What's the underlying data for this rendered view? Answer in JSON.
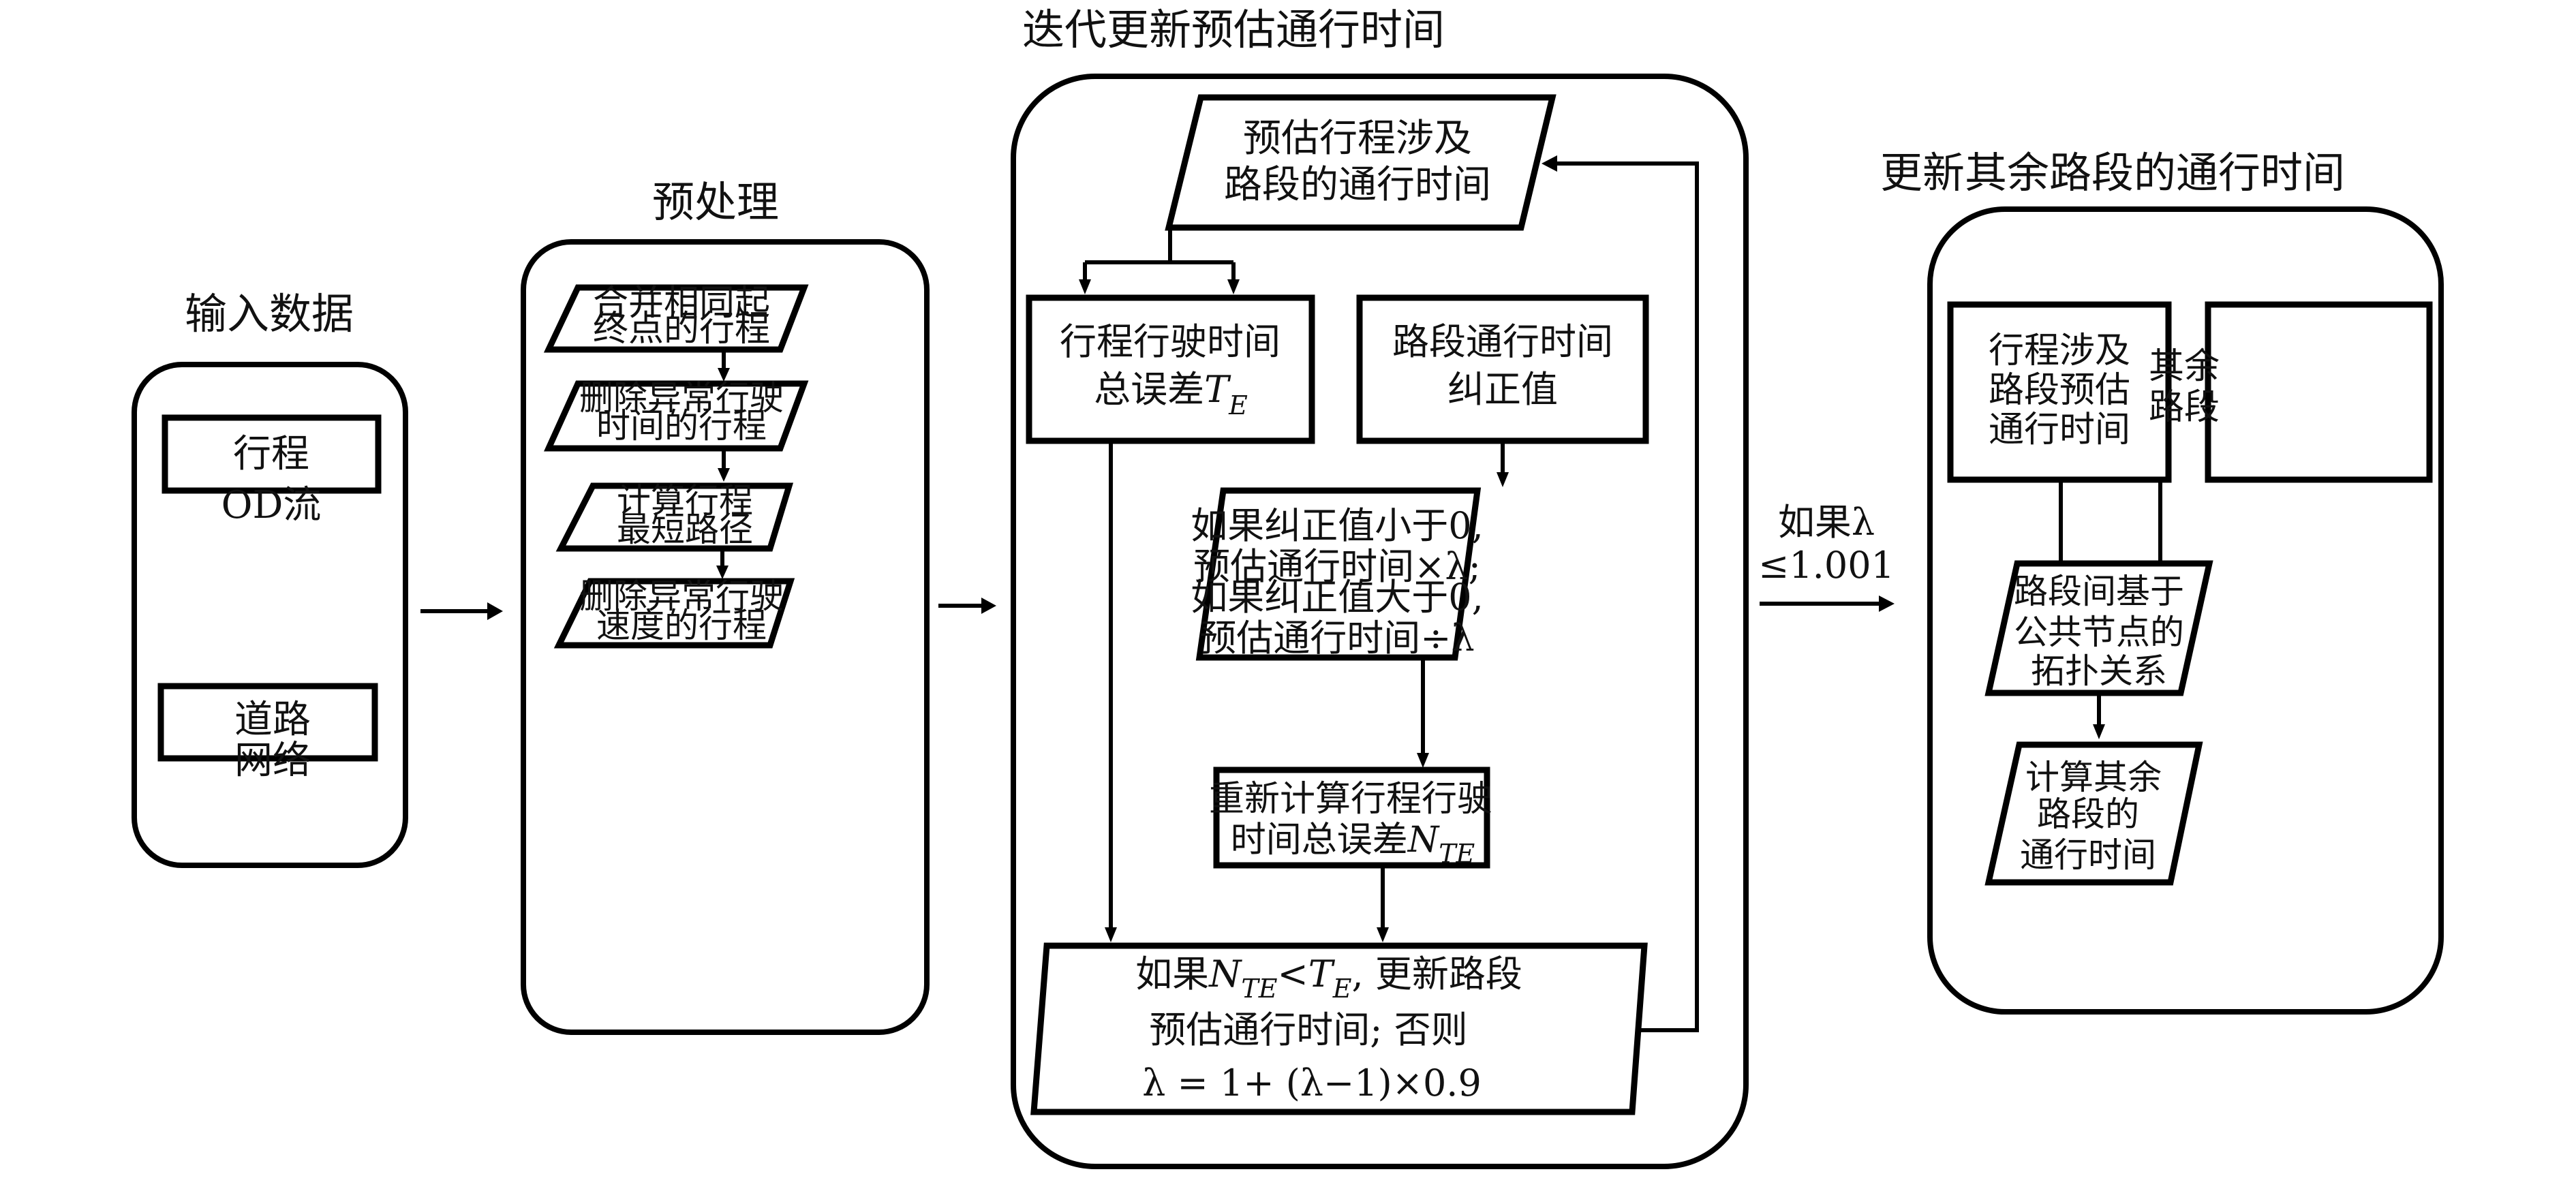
{
  "colors": {
    "stroke": "#000000",
    "background": "#ffffff"
  },
  "groups": {
    "input": {
      "title": "输入数据",
      "nodes": [
        {
          "lines": [
            "行程",
            "OD流"
          ]
        },
        {
          "lines": [
            "道路",
            "网络"
          ]
        }
      ]
    },
    "preprocess": {
      "title": "预处理",
      "nodes": [
        {
          "lines": [
            "合并相同起",
            "终点的行程"
          ]
        },
        {
          "lines": [
            "删除异常行驶",
            "时间的行程"
          ]
        },
        {
          "lines": [
            "计算行程",
            "最短路径"
          ]
        },
        {
          "lines": [
            "删除异常行驶",
            "速度的行程"
          ]
        }
      ]
    },
    "iterate": {
      "title": "迭代更新预估通行时间",
      "estimate": {
        "lines": [
          "预估行程涉及",
          "路段的通行时间"
        ]
      },
      "total_error": {
        "line1": "行程行驶时间",
        "line2_prefix": "总误差",
        "var": "T",
        "sub": "E"
      },
      "correction": {
        "lines": [
          "路段通行时间",
          "纠正值"
        ]
      },
      "adjust": {
        "lines": [
          "如果纠正值小于0,",
          "预估通行时间×λ;",
          "如果纠正值大于0,",
          "预估通行时间÷λ"
        ]
      },
      "recompute": {
        "line1": "重新计算行程行驶",
        "line2_prefix": "时间总误差",
        "var": "N",
        "sub": "TE"
      },
      "decision": {
        "line1_prefix": "如果",
        "var_n": "N",
        "sub_n": "TE",
        "lt": "<",
        "var_t": "T",
        "sub_t": "E",
        "line1_suffix": ", 更新路段",
        "line2": "预估通行时间; 否则",
        "line3": "λ = 1+ (λ−1)×0.9"
      }
    },
    "update_rest": {
      "title": "更新其余路段的通行时间",
      "nodes": [
        {
          "lines": [
            "行程涉及",
            "路段预估",
            "通行时间"
          ]
        },
        {
          "lines": [
            "其余",
            "路段"
          ]
        },
        {
          "lines": [
            "路段间基于",
            "公共节点的",
            "拓扑关系"
          ]
        },
        {
          "lines": [
            "计算其余",
            "路段的",
            "通行时间"
          ]
        }
      ]
    }
  },
  "connectors": {
    "convergence_condition": {
      "line1": "如果λ",
      "line2": "≤1.001"
    }
  }
}
